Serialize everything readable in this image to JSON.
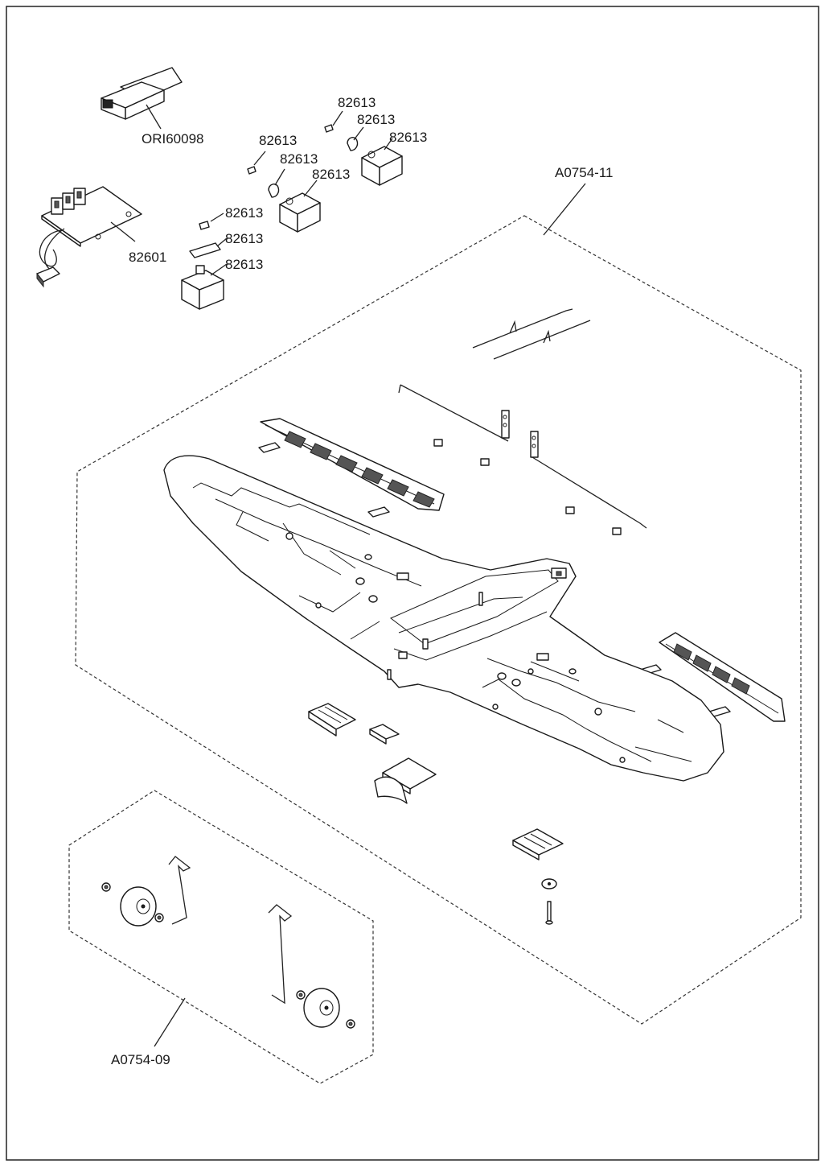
{
  "labels": {
    "ori60098": "ORI60098",
    "r82601": "82601",
    "s1": "82613",
    "s2": "82613",
    "s3": "82613",
    "s4": "82613",
    "s5": "82613",
    "s6": "82613",
    "s7": "82613",
    "s8": "82613",
    "s9": "82613",
    "a0754_11": "A0754-11",
    "a0754_09": "A0754-09"
  },
  "colors": {
    "ink": "#1a1a1a",
    "paper": "#ffffff",
    "shade": "#555555"
  }
}
